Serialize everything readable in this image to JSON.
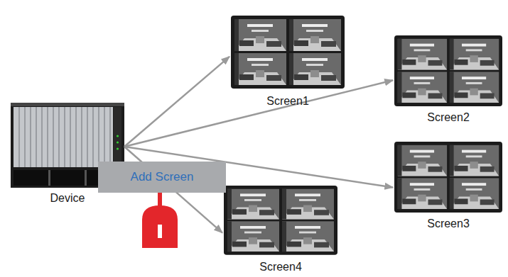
{
  "diagram": {
    "nodes": [
      {
        "text": [
          "Device"
        ]
      },
      {
        "text": [
          "Screen1"
        ]
      },
      {
        "text": [
          "Screen2"
        ]
      },
      {
        "text": [
          "Screen3"
        ]
      },
      {
        "text": [
          "Screen4"
        ]
      },
      {
        "text": [
          "Add Screen"
        ]
      }
    ],
    "edges": [
      {
        "from": 0,
        "to": 1,
        "arrow": "to"
      },
      {
        "from": 0,
        "to": 2,
        "arrow": "to"
      },
      {
        "from": 0,
        "to": 3,
        "arrow": "to"
      },
      {
        "from": 0,
        "to": 4,
        "arrow": "to"
      }
    ]
  }
}
